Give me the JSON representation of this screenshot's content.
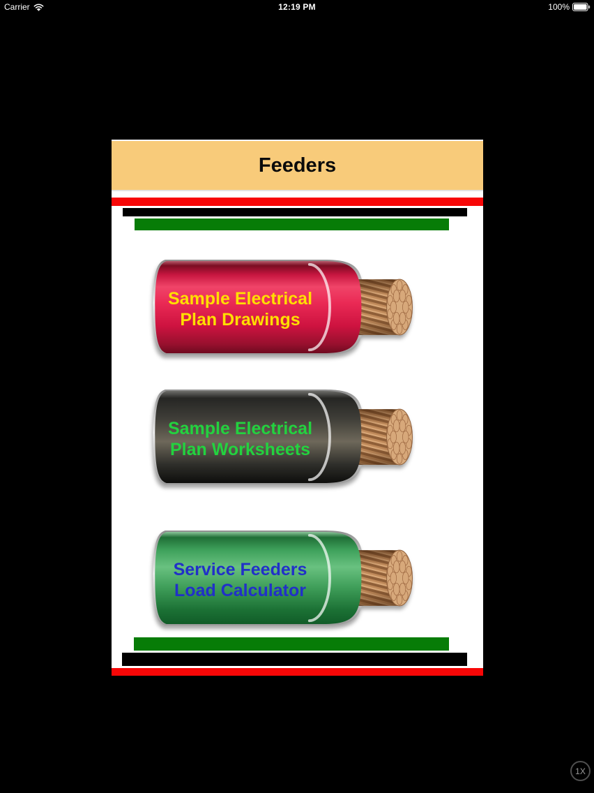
{
  "status_bar": {
    "carrier": "Carrier",
    "time": "12:19 PM",
    "battery_percent": "100%",
    "wifi_icon": "wifi-icon",
    "battery_icon": "battery-full-icon"
  },
  "colors": {
    "background": "#000000",
    "panel": "#FFFFFF",
    "header_bg": "#F8CB7A",
    "stripe_red": "#F70707",
    "stripe_black": "#000000",
    "stripe_green": "#077C07"
  },
  "app": {
    "header": {
      "title": "Feeders"
    },
    "buttons": [
      {
        "label": "Sample Electrical\nPlan Drawings",
        "text_color": "#FFDF00",
        "cable_color_name": "red",
        "cable_color": "#E61D4C"
      },
      {
        "label": "Sample Electrical\nPlan Worksheets",
        "text_color": "#23D23F",
        "cable_color_name": "black",
        "cable_color": "#2B2B28"
      },
      {
        "label": "Service Feeders\nLoad Calculator",
        "text_color": "#2130C8",
        "cable_color_name": "green",
        "cable_color": "#2F9A50"
      }
    ]
  },
  "scale_button": {
    "label": "1X"
  }
}
